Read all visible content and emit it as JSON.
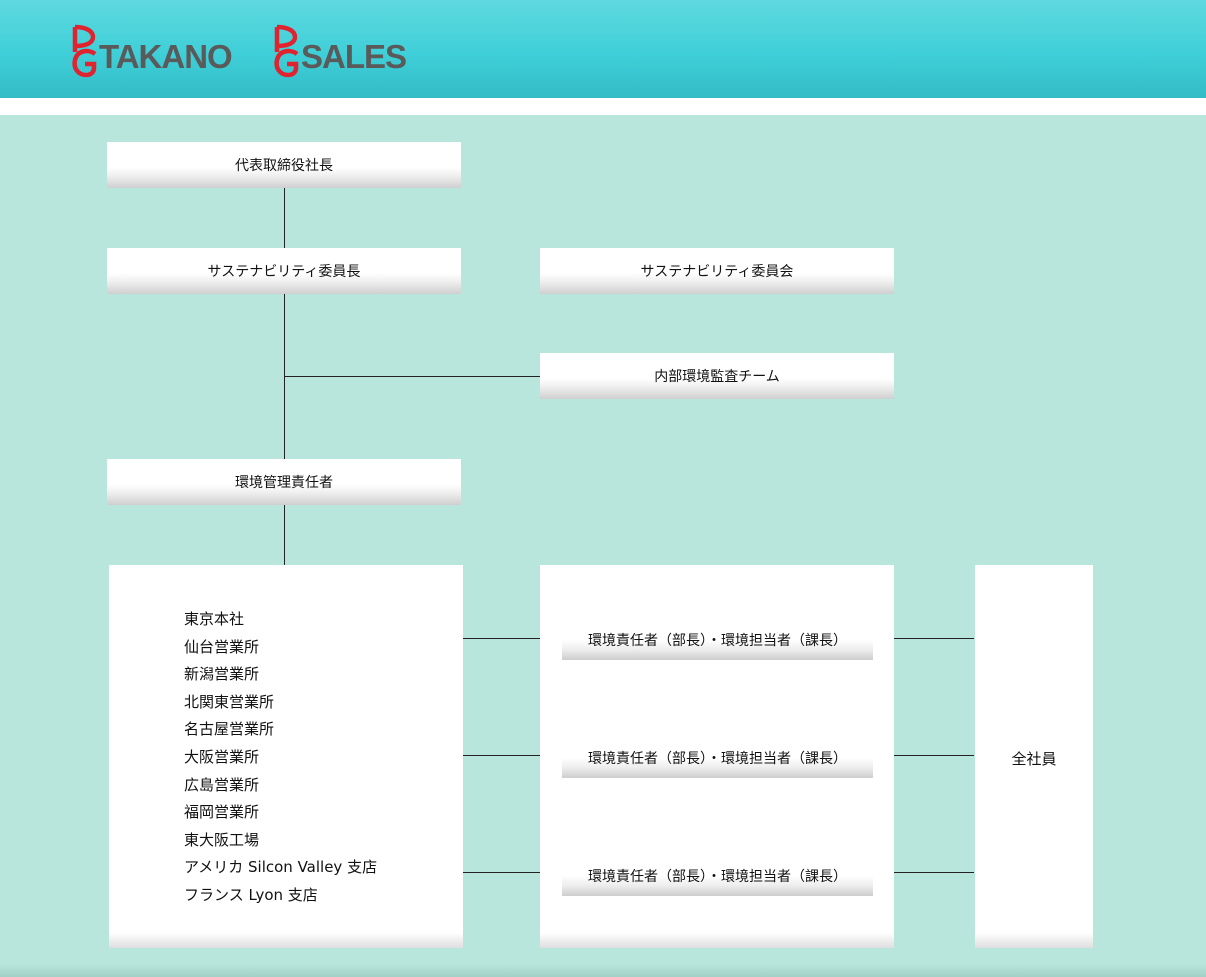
{
  "header": {
    "logos": [
      {
        "name": "takano-logo",
        "text": "TAKANO",
        "mark_color": "#e0232e"
      },
      {
        "name": "sales-logo",
        "text": "SALES",
        "mark_color": "#e0232e"
      }
    ],
    "background_color": "#3fcfd8"
  },
  "org_chart": {
    "background_color": "#b8e6dc",
    "ceo": "代表取締役社長",
    "sustainability_chair": "サステナビリティ委員長",
    "sustainability_committee": "サステナビリティ委員会",
    "internal_audit_team": "内部環境監査チーム",
    "env_manager": "環境管理責任者",
    "offices": [
      "東京本社",
      "仙台営業所",
      "新潟営業所",
      "北関東営業所",
      "名古屋営業所",
      "大阪営業所",
      "広島営業所",
      "福岡営業所",
      "東大阪工場",
      "アメリカ Silcon Valley 支店",
      "フランス Lyon 支店"
    ],
    "roles": [
      "環境責任者（部長）・環境担当者（課長）",
      "環境責任者（部長）・環境担当者（課長）",
      "環境責任者（部長）・環境担当者（課長）"
    ],
    "all_staff": "全社員"
  }
}
